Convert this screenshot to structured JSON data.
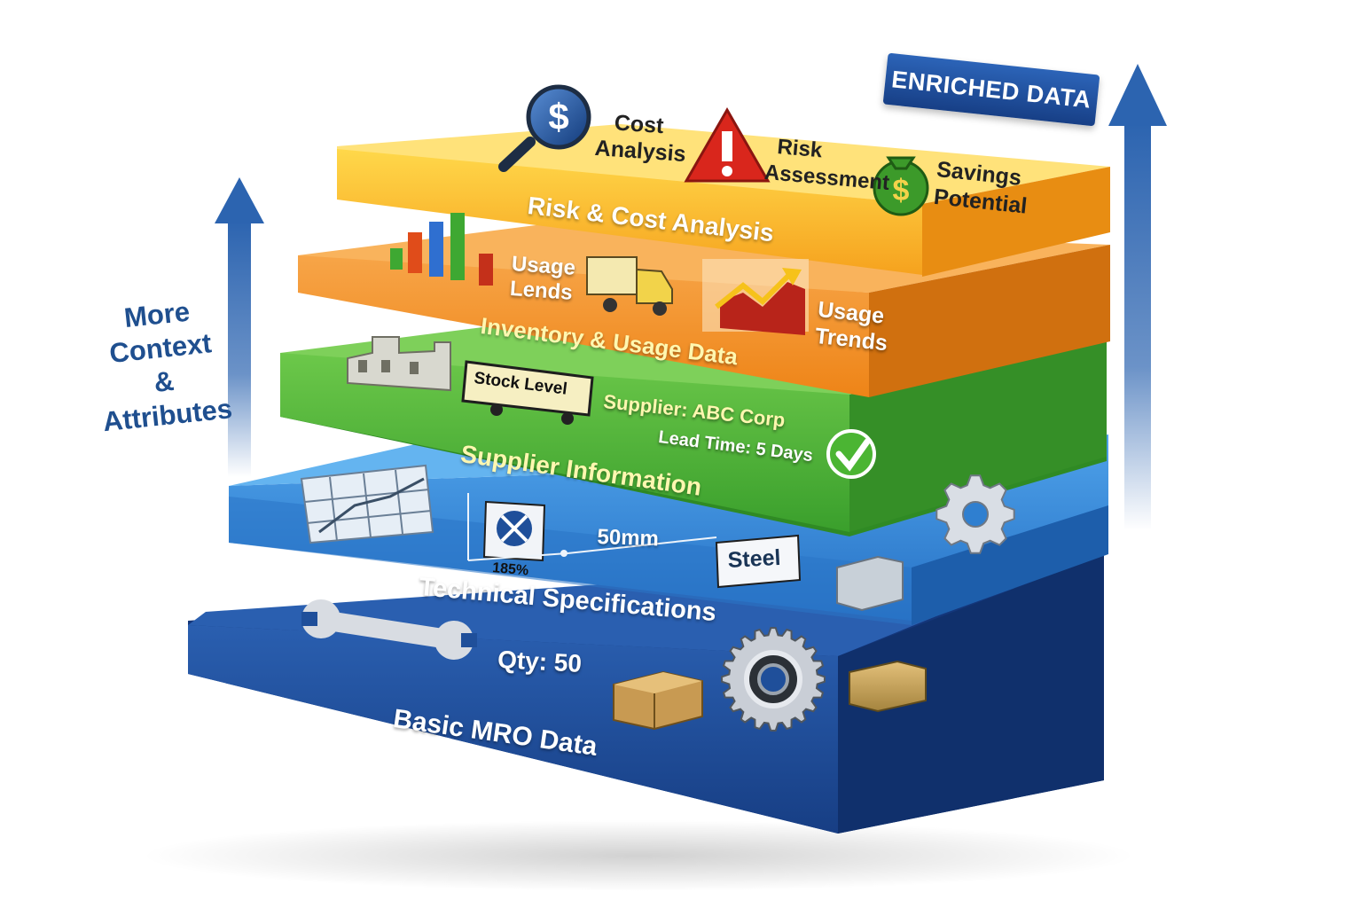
{
  "side_label": {
    "line1": "More",
    "line2": "Context",
    "line3": "&",
    "line4": "Attributes"
  },
  "top_tag": "ENRICHED DATA",
  "layers": {
    "risk": {
      "title": "Risk & Cost Analysis",
      "items": {
        "cost": [
          "Cost",
          "Analysis"
        ],
        "risk": [
          "Risk",
          "Assessment"
        ],
        "savings": [
          "Savings",
          "Potential"
        ]
      }
    },
    "inventory": {
      "title": "Inventory & Usage Data",
      "items": {
        "lends": [
          "Usage",
          "Lends"
        ],
        "trends": [
          "Usage",
          "Trends"
        ]
      }
    },
    "supplier": {
      "title": "Supplier Information",
      "stock_label": "Stock Level",
      "supplier_name": "Supplier: ABC Corp",
      "lead_time": "Lead Time: 5 Days"
    },
    "technical": {
      "title": "Technical Specifications",
      "dimension": "50mm",
      "percent": "185%",
      "material": "Steel"
    },
    "basic": {
      "title": "Basic MRO Data",
      "quantity": "Qty: 50"
    }
  },
  "colors": {
    "basic_layer": "#1f4f9a",
    "technical_layer": "#2f7fd0",
    "supplier_layer": "#3ea832",
    "inventory_layer": "#f08a1c",
    "risk_layer": "#f6a623",
    "arrow": "#2c64b0"
  },
  "icons": [
    "dollar-magnifier-icon",
    "warning-triangle-icon",
    "money-bag-icon",
    "bar-chart-icon",
    "delivery-truck-icon",
    "trend-chart-icon",
    "factory-icon",
    "checkmark-icon",
    "blueprint-icon",
    "gear-icon",
    "wrench-icon",
    "bearing-icon",
    "box-icon"
  ]
}
